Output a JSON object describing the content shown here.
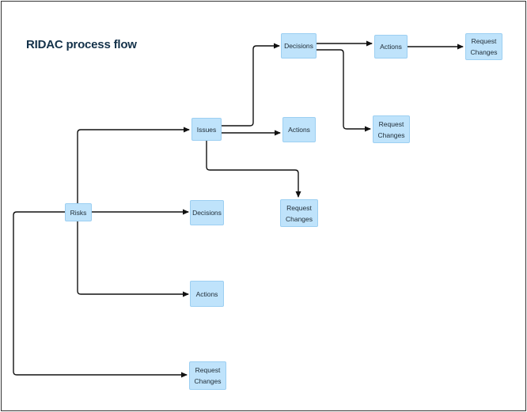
{
  "title": "RIDAC process flow",
  "nodes": {
    "risks": {
      "label": "Risks"
    },
    "issues": {
      "label": "Issues"
    },
    "decisions_top": {
      "label": "Decisions"
    },
    "actions_top_right": {
      "label": "Actions"
    },
    "request_changes_top_right": {
      "line1": "Request",
      "line2": "Changes"
    },
    "request_changes_from_decisions": {
      "line1": "Request",
      "line2": "Changes"
    },
    "actions_from_issues": {
      "label": "Actions"
    },
    "request_changes_from_issues": {
      "line1": "Request",
      "line2": "Changes"
    },
    "decisions_from_risks": {
      "label": "Decisions"
    },
    "actions_from_risks": {
      "label": "Actions"
    },
    "request_changes_from_risks": {
      "line1": "Request",
      "line2": "Changes"
    }
  },
  "connections": [
    {
      "from": "Risks",
      "to": "Issues"
    },
    {
      "from": "Risks",
      "to": "Decisions"
    },
    {
      "from": "Risks",
      "to": "Actions"
    },
    {
      "from": "Risks",
      "to": "Request Changes"
    },
    {
      "from": "Issues",
      "to": "Decisions"
    },
    {
      "from": "Issues",
      "to": "Actions"
    },
    {
      "from": "Issues",
      "to": "Request Changes"
    },
    {
      "from": "Decisions",
      "to": "Actions"
    },
    {
      "from": "Decisions",
      "to": "Request Changes"
    },
    {
      "from": "Actions",
      "to": "Request Changes"
    }
  ],
  "colors": {
    "node_fill": "#bfe3fb",
    "node_border": "#9ccff2",
    "connector": "#111111",
    "title": "#14324a"
  }
}
